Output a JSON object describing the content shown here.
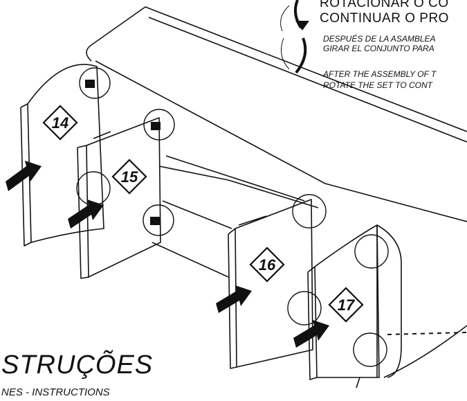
{
  "rotation_note": {
    "pt_line1": "ROTACIONAR O CO",
    "pt_line2": "CONTINUAR O PRO",
    "es_line1": "DESPUÉS DE LA ASAMBLEA",
    "es_line2": "GIRAR EL CONJUNTO PARA",
    "en_line1": "AFTER THE ASSEMBLY OF T",
    "en_line2": "ROTATE THE SET TO CONT"
  },
  "steps": [
    "14",
    "15",
    "16",
    "17"
  ],
  "footer": {
    "title": "STRUÇÕES",
    "subtitle": "NES - INSTRUCTIONS"
  }
}
